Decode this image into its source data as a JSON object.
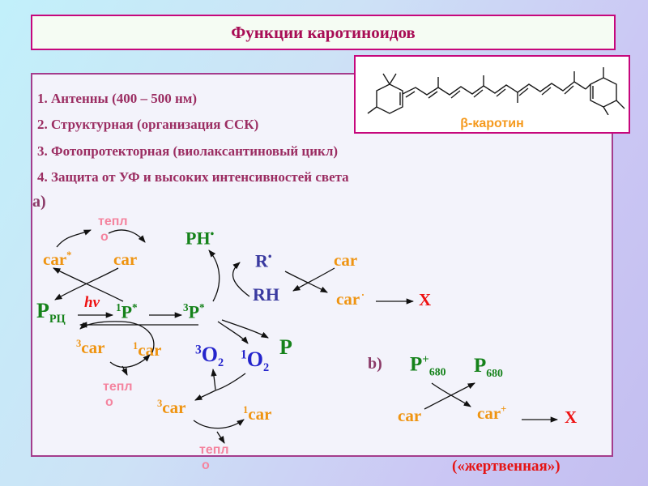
{
  "title": {
    "text": "Функции каротиноидов"
  },
  "carotene_figure": {
    "caption": "β-каротин"
  },
  "list": {
    "items": [
      "1. Антенны (400 – 500 нм)",
      "2. Структурная (организация ССК)",
      "3. Фотопротекторная (виолаксантиновый цикл)",
      "4. Защита от УФ и высоких интенсивностей света"
    ],
    "section_a": "а)",
    "section_b": "b)"
  },
  "scheme_a": {
    "heat_top": {
      "line1": "тепл",
      "line2": "о"
    },
    "car_excited": {
      "base": "car",
      "sup": "*"
    },
    "car_ground": "car",
    "ph_radical": {
      "base": "PH",
      "sup": "•"
    },
    "r_radical": {
      "base": "R",
      "sup": "•"
    },
    "rh": "RH",
    "car_right": "car",
    "car_radical": {
      "base": "car",
      "sup": "·"
    },
    "x_product": "X",
    "p_rc": {
      "base": "P",
      "sub": "РЦ"
    },
    "hv": "hν",
    "p_singlet": {
      "sup1": "1",
      "base": "P",
      "sup2": "*"
    },
    "p_triplet": {
      "sup1": "3",
      "base": "P",
      "sup2": "*"
    },
    "car_triplet_upper": {
      "sup": "3",
      "base": "car"
    },
    "car_singlet_upper": {
      "sup": "1",
      "base": "car"
    },
    "heat_mid": {
      "line1": "тепл",
      "line2": "о"
    },
    "o2_triplet": {
      "sup": "3",
      "base": "O",
      "sub": "2"
    },
    "o2_singlet": {
      "sup": "1",
      "base": "O",
      "sub": "2"
    },
    "p_ground": "P",
    "car_triplet_lower": {
      "sup": "3",
      "base": "car"
    },
    "car_singlet_lower": {
      "sup": "1",
      "base": "car"
    },
    "heat_bottom": {
      "line1": "тепл",
      "line2": "о"
    }
  },
  "scheme_b": {
    "p680_oxidized": {
      "base": "P",
      "sup": "+",
      "sub": "680"
    },
    "p680_ground": {
      "base": "P",
      "sub": "680"
    },
    "car": "car",
    "car_cation": {
      "base": "car",
      "sup": "+"
    },
    "x_product": "X",
    "footnote": "(«жертвенная»)"
  },
  "colors": {
    "title_text": "#a80d55",
    "list_text": "#9b2d62",
    "carotenoid_orange": "#ef9411",
    "pigment_green": "#15821a",
    "radical_navy": "#3a3aa0",
    "oxygen_blue": "#2424cc",
    "alert_red": "#ee1111",
    "heat_pink": "#f4849f",
    "section_purple": "#8b3a68",
    "box_border_magenta": "#c6077c",
    "content_border_purple": "#a43c8c"
  }
}
